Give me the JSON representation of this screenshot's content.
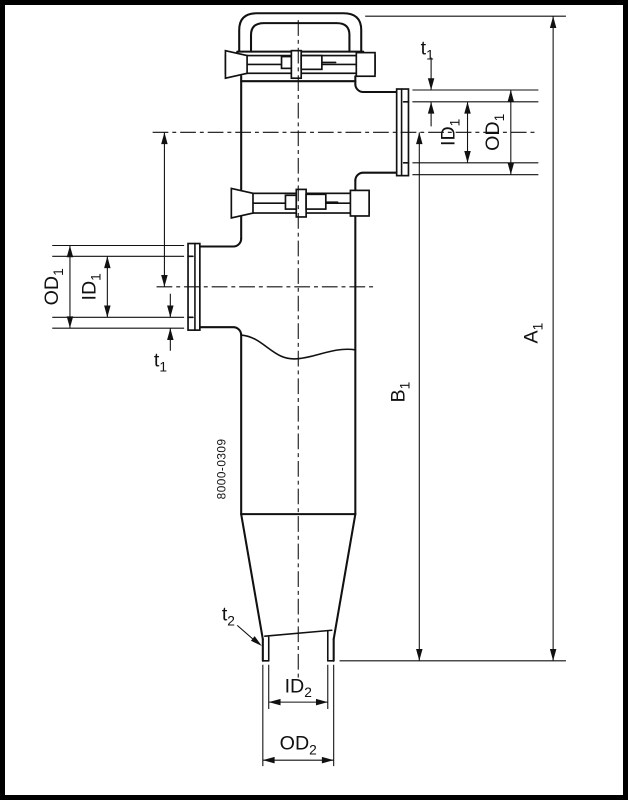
{
  "diagram": {
    "part_number": "8000-0309",
    "labels": {
      "t1": {
        "base": "t",
        "sub": "1"
      },
      "t2": {
        "base": "t",
        "sub": "2"
      },
      "id1": {
        "base": "ID",
        "sub": "1"
      },
      "od1": {
        "base": "OD",
        "sub": "1"
      },
      "id2": {
        "base": "ID",
        "sub": "2"
      },
      "od2": {
        "base": "OD",
        "sub": "2"
      },
      "a1": {
        "base": "A",
        "sub": "1"
      },
      "b1": {
        "base": "B",
        "sub": "1"
      }
    },
    "colors": {
      "ink": "#111111",
      "paper": "#ffffff"
    }
  }
}
